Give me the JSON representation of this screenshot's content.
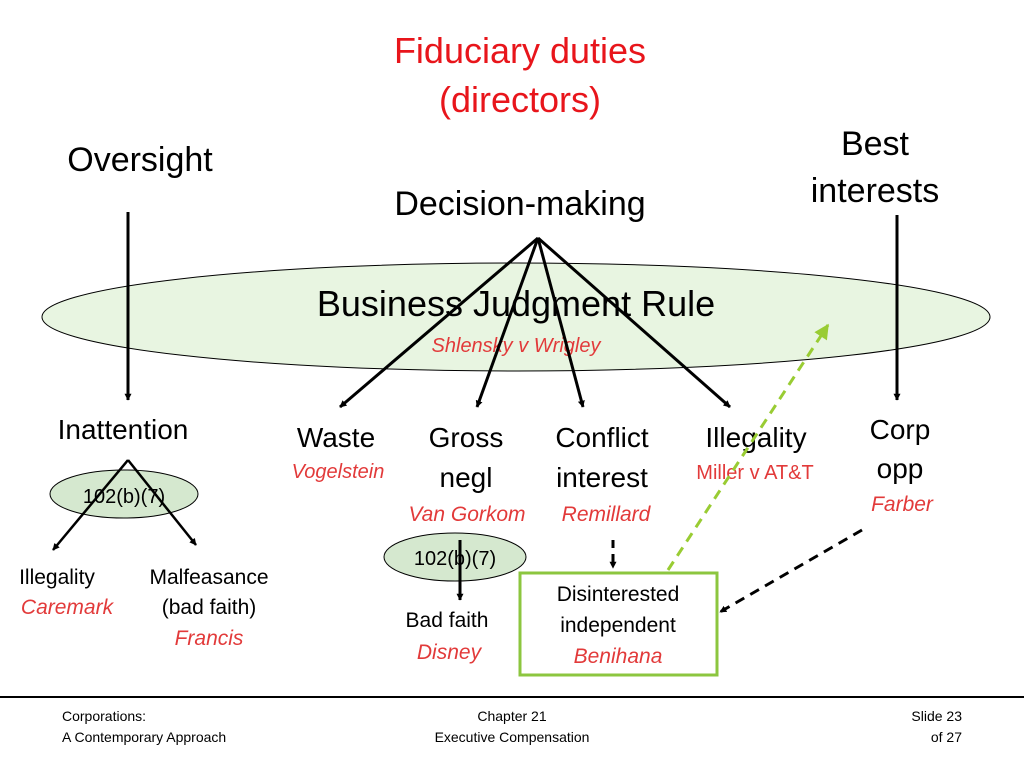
{
  "title": {
    "line1": "Fiduciary duties",
    "line2": "(directors)"
  },
  "duties": {
    "oversight": "Oversight",
    "decision_making": "Decision-making",
    "best_interests": {
      "line1": "Best",
      "line2": "interests"
    }
  },
  "bjr": {
    "label": "Business Judgment Rule",
    "case": "Shlensky v Wrigley"
  },
  "inattention": {
    "label": "Inattention",
    "exculpation": "102(b)(7)"
  },
  "oversight_branches": {
    "illegality": {
      "label": "Illegality",
      "case": "Caremark"
    },
    "malfeasance": {
      "line1": "Malfeasance",
      "line2": "(bad faith)",
      "case": "Francis"
    }
  },
  "decision_branches": {
    "waste": {
      "label": "Waste",
      "case": "Vogelstein"
    },
    "gross_negl": {
      "line1": "Gross",
      "line2": "negl",
      "case": "Van Gorkom",
      "exculpation": "102(b)(7)"
    },
    "conflict": {
      "line1": "Conflict",
      "line2": "interest",
      "case": "Remillard"
    },
    "illegality": {
      "label": "Illegality",
      "case": "Miller v AT&T"
    }
  },
  "bad_faith": {
    "label": "Bad faith",
    "case": "Disney"
  },
  "corp_opp": {
    "line1": "Corp",
    "line2": "opp",
    "case": "Farber"
  },
  "disinterested": {
    "line1": "Disinterested",
    "line2": "independent",
    "case": "Benihana"
  },
  "footer": {
    "left_line1": "Corporations:",
    "left_line2": "A Contemporary Approach",
    "center_line1": "Chapter 21",
    "center_line2": "Executive Compensation",
    "right_line1": "Slide 23",
    "right_line2": "of 27"
  },
  "colors": {
    "title": "#e8151b",
    "case_names": "#e23a3a",
    "ellipse_fill": "#e8f5e1",
    "small_ellipse_fill": "#d5e8cf",
    "box_border": "#8cc63f",
    "dashed_green": "#99cc33"
  }
}
